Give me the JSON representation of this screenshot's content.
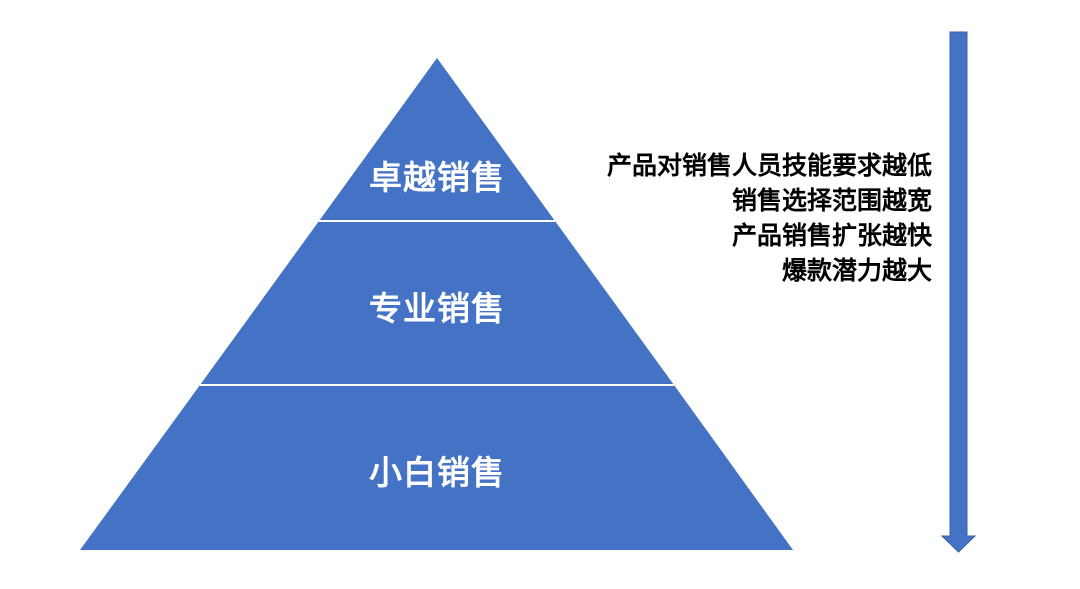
{
  "pyramid": {
    "color": "#4472C4",
    "tiers": [
      {
        "label": "卓越销售"
      },
      {
        "label": "专业销售"
      },
      {
        "label": "小白销售"
      }
    ]
  },
  "notes": [
    "产品对销售人员技能要求越低",
    "销售选择范围越宽",
    "产品销售扩张越快",
    "爆款潜力越大"
  ]
}
